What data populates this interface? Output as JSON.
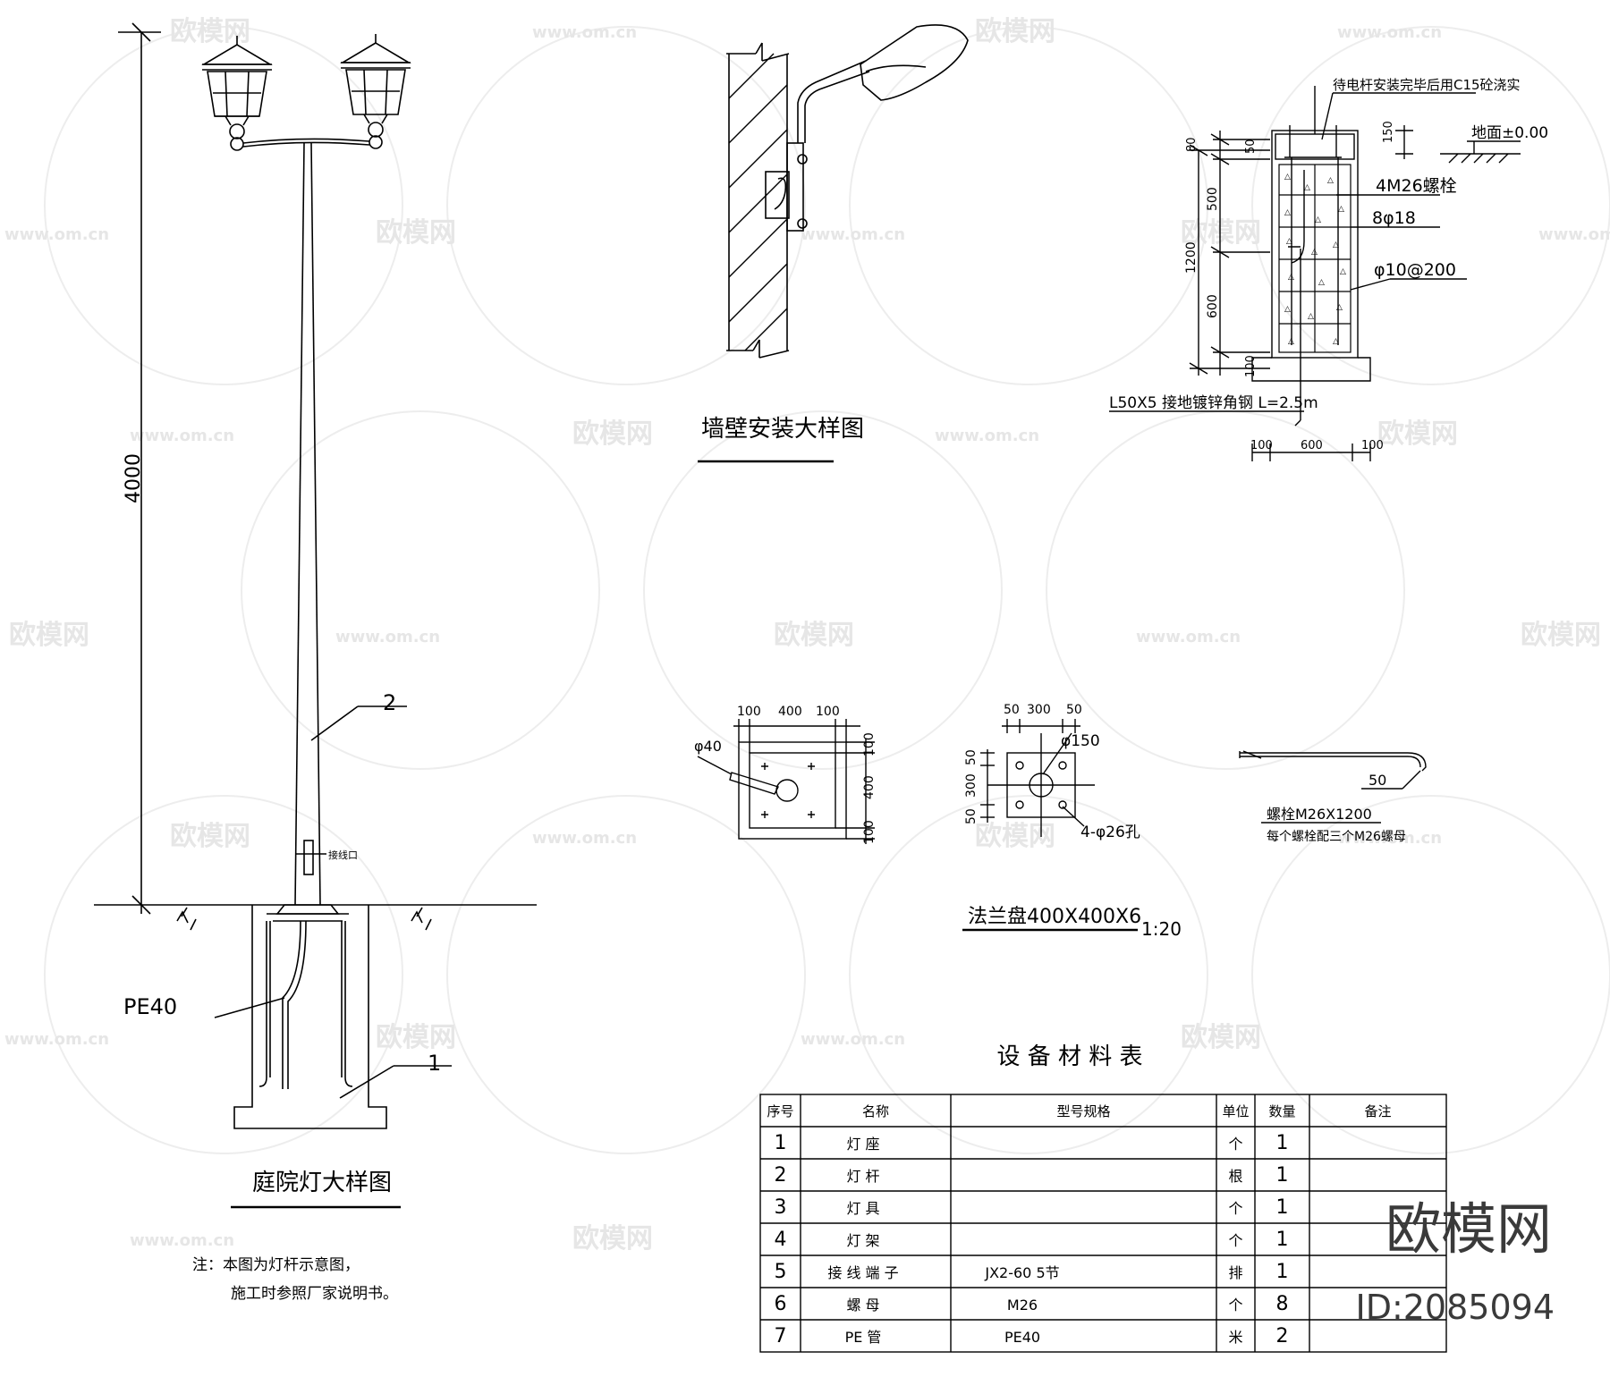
{
  "garden_lamp": {
    "title": "庭院灯大样图",
    "height_dim": "4000",
    "callout_pole": "2",
    "callout_base": "1",
    "junction_label": "接线口",
    "conduit_label": "PE40",
    "note_line1": "注：本图为灯杆示意图，",
    "note_line2": "施工时参照厂家说明书。"
  },
  "wall_mount": {
    "title": "墙壁安装大样图"
  },
  "foundation": {
    "note_top": "待电杆安装完毕后用C15砼浇实",
    "ground_label": "地面±0.00",
    "bolts_label": "4M26螺栓",
    "rebar_main": "8φ18",
    "rebar_stirrup": "φ10@200",
    "ground_steel": "L50X5 接地镀锌角钢 L=2.5m",
    "dims_left": [
      "80",
      "50",
      "500",
      "1200",
      "600",
      "100"
    ],
    "dim_top_right": "150",
    "dims_bottom": [
      "100",
      "600",
      "100"
    ]
  },
  "base_plate": {
    "dims_top": [
      "100",
      "400",
      "100"
    ],
    "dims_right": [
      "100",
      "400",
      "100"
    ],
    "hole_label": "φ40"
  },
  "flange": {
    "dims_top": [
      "50",
      "300",
      "50"
    ],
    "dims_left": [
      "50",
      "300",
      "50"
    ],
    "center_hole": "φ150",
    "holes_label": "4-φ26孔",
    "title": "法兰盘400X400X6",
    "scale": "1:20"
  },
  "bolt": {
    "hook_dim": "50",
    "label_line1": "螺栓M26X1200",
    "label_line2": "每个螺栓配三个M26螺母"
  },
  "material_table": {
    "title": "设 备 材 料 表",
    "headers": [
      "序号",
      "名称",
      "型号规格",
      "单位",
      "数量",
      "备注"
    ],
    "rows": [
      [
        "1",
        "灯 座",
        "",
        "个",
        "1",
        ""
      ],
      [
        "2",
        "灯 杆",
        "",
        "根",
        "1",
        ""
      ],
      [
        "3",
        "灯 具",
        "",
        "个",
        "1",
        ""
      ],
      [
        "4",
        "灯 架",
        "",
        "个",
        "1",
        ""
      ],
      [
        "5",
        "接 线 端 子",
        "JX2-60     5节",
        "排",
        "1",
        ""
      ],
      [
        "6",
        "螺 母",
        "M26",
        "个",
        "8",
        ""
      ],
      [
        "7",
        "PE 管",
        "PE40",
        "米",
        "2",
        ""
      ]
    ]
  },
  "watermark": {
    "brand": "欧模网",
    "site": "www.om.cn",
    "id": "ID:2085094"
  }
}
